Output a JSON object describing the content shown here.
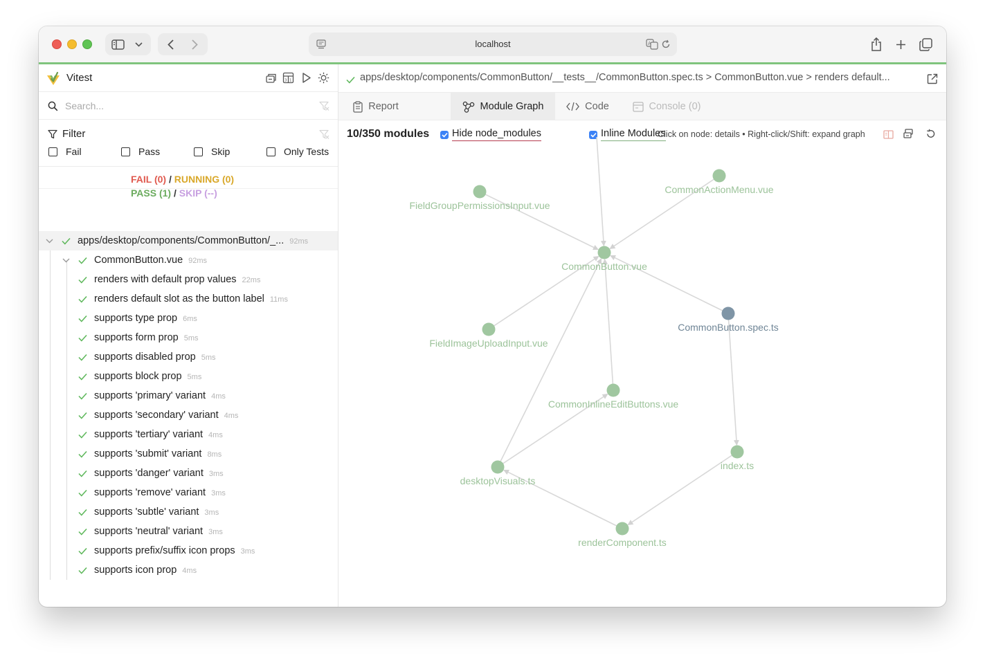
{
  "browser": {
    "url": "localhost"
  },
  "sidebar": {
    "app_title": "Vitest",
    "search_placeholder": "Search...",
    "filter": {
      "title": "Filter",
      "options": [
        "Fail",
        "Pass",
        "Skip",
        "Only Tests"
      ]
    },
    "summary": {
      "fail": "FAIL (0)",
      "running": "RUNNING (0)",
      "pass": "PASS (1)",
      "skip": "SKIP (--)",
      "slash": "/"
    },
    "file": {
      "label": "apps/desktop/components/CommonButton/_...",
      "duration": "92ms"
    },
    "suite": {
      "label": "CommonButton.vue",
      "duration": "92ms"
    },
    "tests": [
      {
        "label": "renders with default prop values",
        "duration": "22ms"
      },
      {
        "label": "renders default slot as the button label",
        "duration": "11ms"
      },
      {
        "label": "supports type prop",
        "duration": "6ms"
      },
      {
        "label": "supports form prop",
        "duration": "5ms"
      },
      {
        "label": "supports disabled prop",
        "duration": "5ms"
      },
      {
        "label": "supports block prop",
        "duration": "5ms"
      },
      {
        "label": "supports 'primary' variant",
        "duration": "4ms"
      },
      {
        "label": "supports 'secondary' variant",
        "duration": "4ms"
      },
      {
        "label": "supports 'tertiary' variant",
        "duration": "4ms"
      },
      {
        "label": "supports 'submit' variant",
        "duration": "8ms"
      },
      {
        "label": "supports 'danger' variant",
        "duration": "3ms"
      },
      {
        "label": "supports 'remove' variant",
        "duration": "3ms"
      },
      {
        "label": "supports 'subtle' variant",
        "duration": "3ms"
      },
      {
        "label": "supports 'neutral' variant",
        "duration": "3ms"
      },
      {
        "label": "supports prefix/suffix icon props",
        "duration": "3ms"
      },
      {
        "label": "supports icon prop",
        "duration": "4ms"
      }
    ]
  },
  "main": {
    "breadcrumb": "apps/desktop/components/CommonButton/__tests__/CommonButton.spec.ts > CommonButton.vue > renders default...",
    "tabs": [
      {
        "label": "Report",
        "icon": "clipboard-icon"
      },
      {
        "label": "Module Graph",
        "icon": "graph-icon"
      },
      {
        "label": "Code",
        "icon": "code-icon"
      },
      {
        "label": "Console (0)",
        "icon": "console-icon"
      }
    ],
    "graph": {
      "module_count": "10/350 modules",
      "hide_node_modules": "Hide node_modules",
      "inline_modules": "Inline Modules",
      "hint": "Click on node: details • Right-click/Shift: expand graph",
      "nodes": [
        {
          "id": "FieldGroupPermissionsInput.vue",
          "type": "module"
        },
        {
          "id": "CommonActionMenu.vue",
          "type": "module"
        },
        {
          "id": "CommonButton.vue",
          "type": "module"
        },
        {
          "id": "FieldImageUploadInput.vue",
          "type": "module"
        },
        {
          "id": "CommonButton.spec.ts",
          "type": "test"
        },
        {
          "id": "CommonInlineEditButtons.vue",
          "type": "module"
        },
        {
          "id": "index.ts",
          "type": "module"
        },
        {
          "id": "desktopVisuals.ts",
          "type": "module"
        },
        {
          "id": "renderComponent.ts",
          "type": "module"
        }
      ],
      "colors": {
        "module_node": "#a0c7a0",
        "test_node": "#7f95a6",
        "edge": "#d8d8d8"
      }
    }
  }
}
